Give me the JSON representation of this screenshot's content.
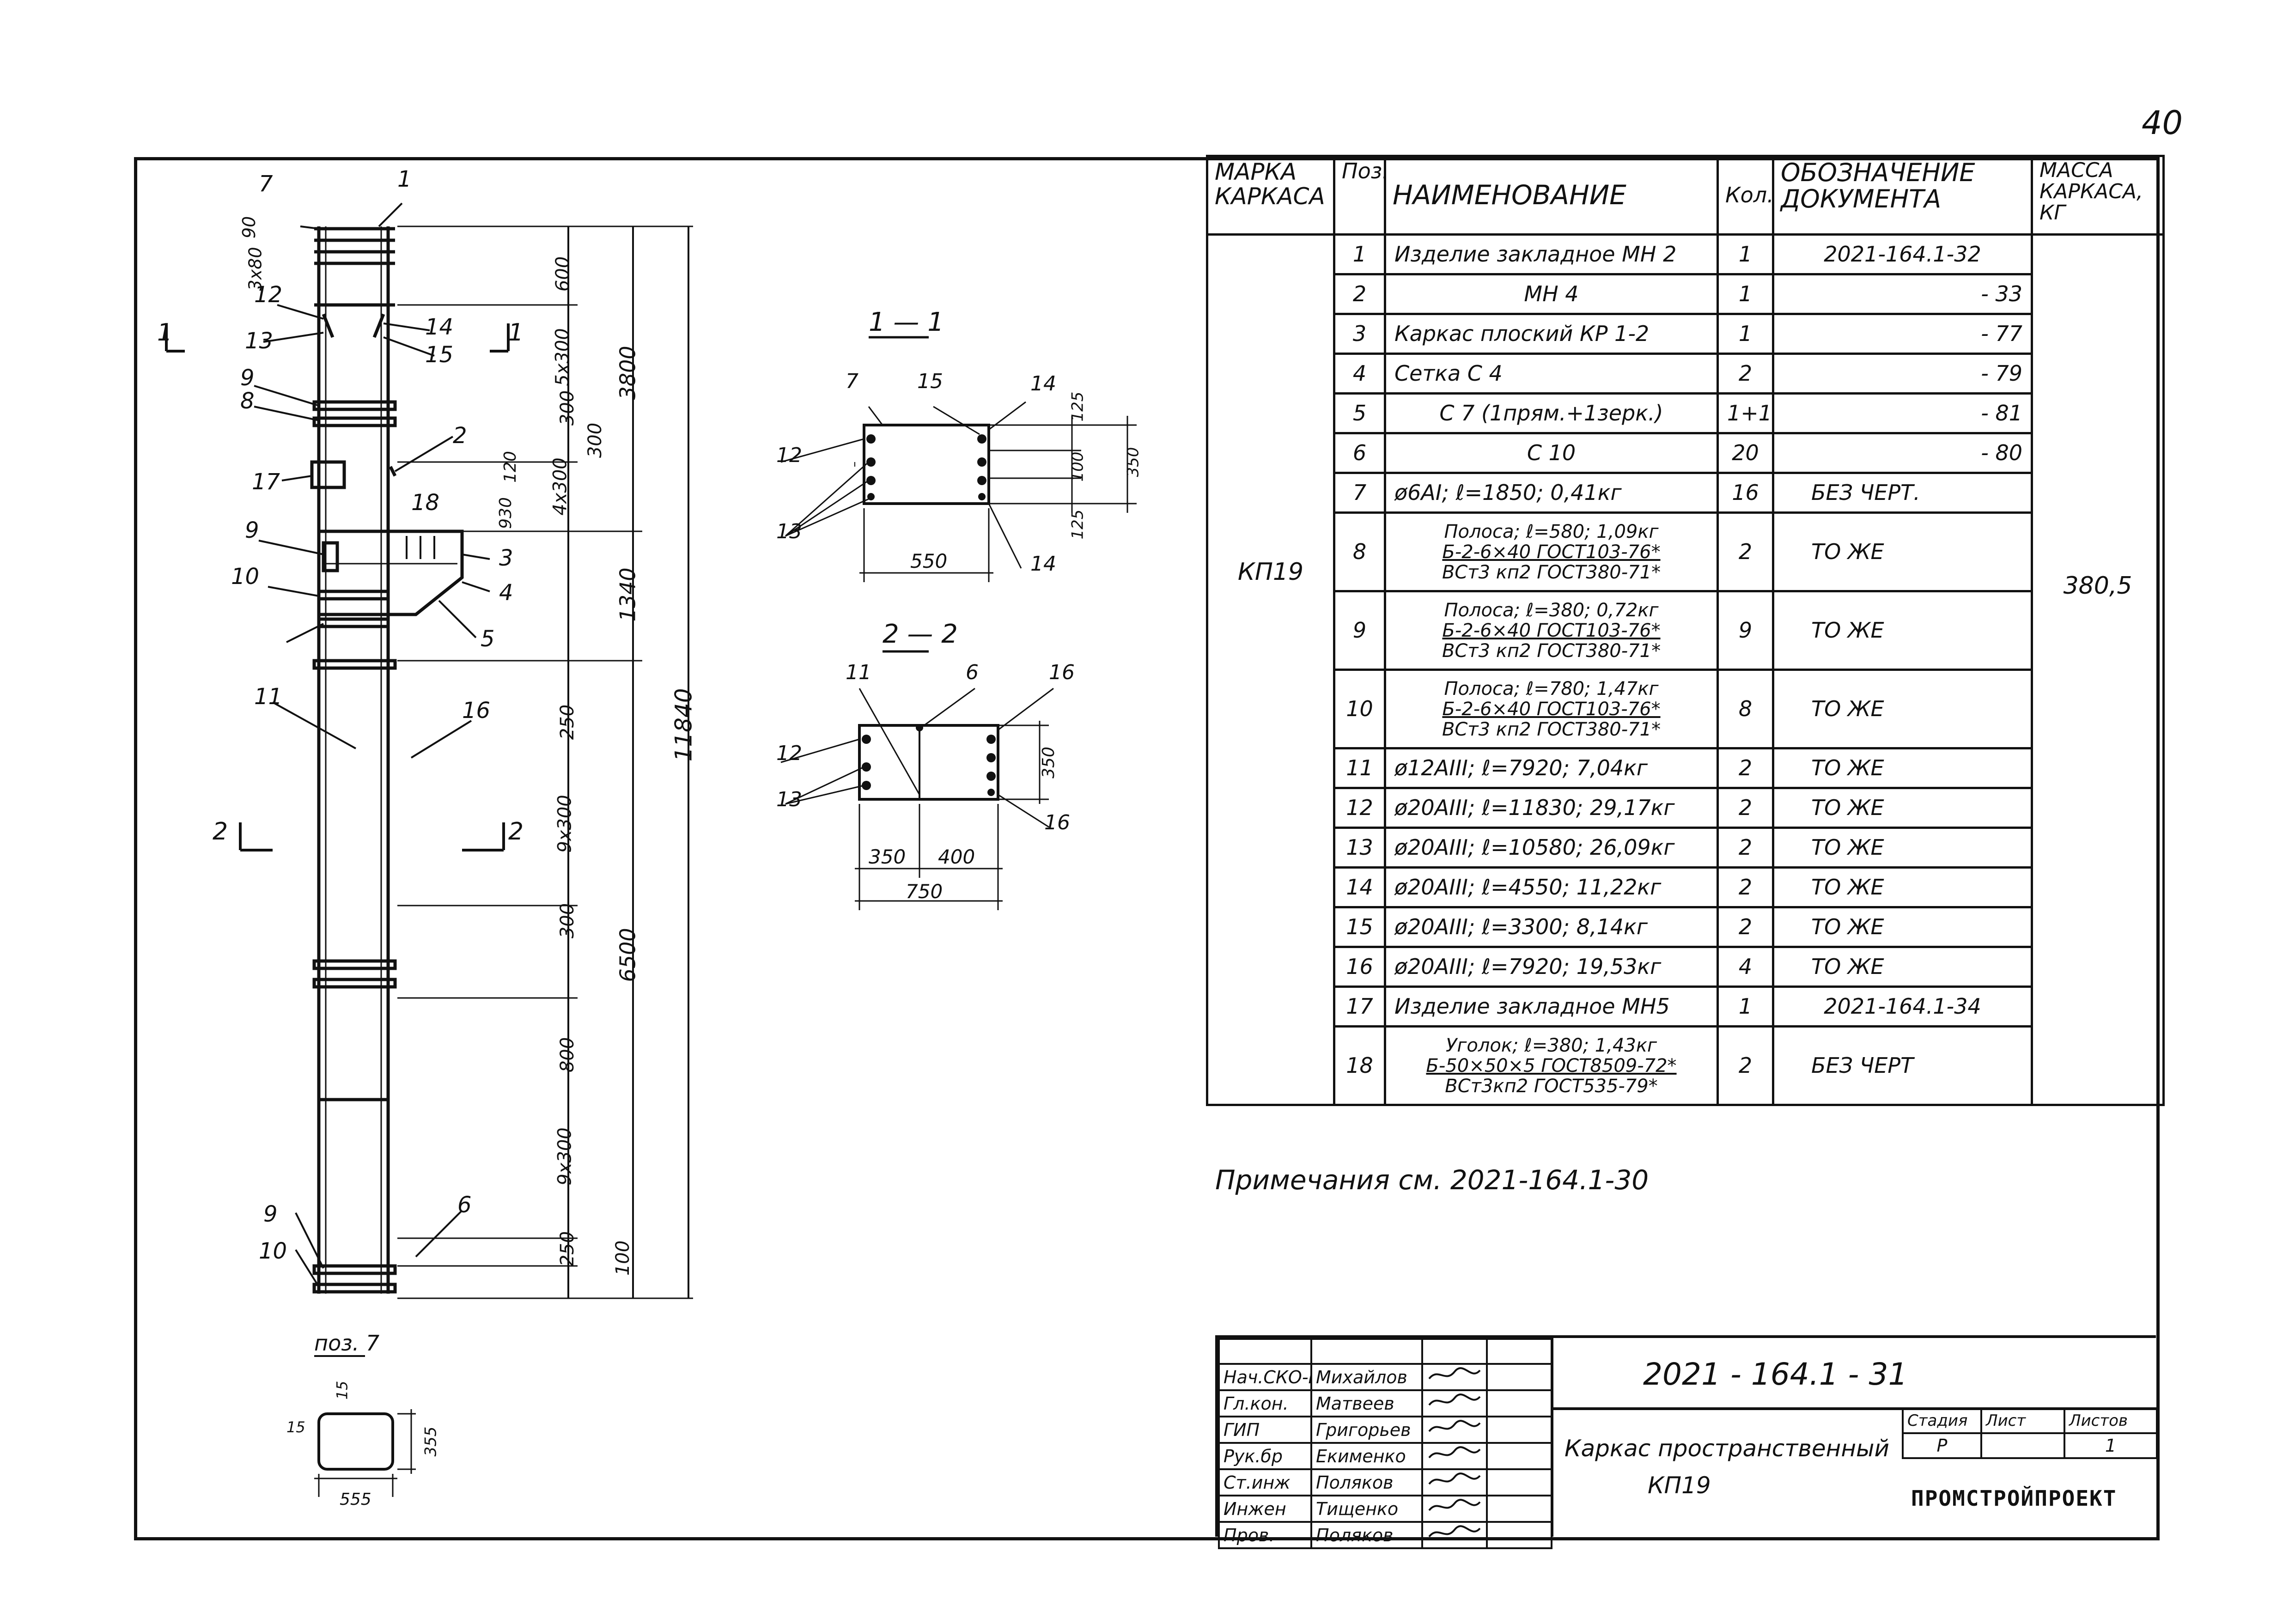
{
  "sheet_corner": "40",
  "drawing": {
    "section_marks": [
      "1",
      "1",
      "2",
      "2"
    ],
    "labels_elevation": [
      "7",
      "1",
      "12",
      "14",
      "13",
      "15",
      "9",
      "8",
      "2",
      "17",
      "18",
      "9",
      "3",
      "10",
      "4",
      "5",
      "11",
      "16",
      "9",
      "6",
      "10"
    ],
    "dims_left": [
      "90",
      "3x80",
      "600",
      "5x300",
      "300",
      "300",
      "4x300",
      "120",
      "930",
      "250",
      "9x300",
      "300",
      "800",
      "9x300",
      "250",
      "100"
    ],
    "dims_right": [
      "3800",
      "1340",
      "6500",
      "11840"
    ],
    "section_1": {
      "title": "1 — 1",
      "labels": [
        "7",
        "15",
        "14",
        "12",
        "13",
        "14"
      ],
      "dims": [
        "125",
        "100",
        "125",
        "350",
        "550"
      ]
    },
    "section_2": {
      "title": "2 — 2",
      "labels": [
        "11",
        "6",
        "16",
        "12",
        "13",
        "16"
      ],
      "dims": [
        "350",
        "400",
        "750",
        "350"
      ]
    },
    "pos7": {
      "title": "поз. 7",
      "dims": [
        "15",
        "15",
        "355",
        "555"
      ]
    }
  },
  "spec": {
    "headers": {
      "marka": "МАРКА КАРКАСА",
      "poz": "Поз.",
      "name": "НАИМЕНОВАНИЕ",
      "kol": "Кол.",
      "doc": "ОБОЗНАЧЕНИЕ ДОКУМЕНТА",
      "mass": "МАССА КАРКАСА, КГ"
    },
    "marka": "КП19",
    "mass": "380,5",
    "rows": [
      {
        "poz": "1",
        "name": [
          "Изделие закладное МН 2"
        ],
        "kol": "1",
        "doc": "2021-164.1-32"
      },
      {
        "poz": "2",
        "name": [
          "МН 4"
        ],
        "kol": "1",
        "doc": "- 33"
      },
      {
        "poz": "3",
        "name": [
          "Каркас плоский КР 1-2"
        ],
        "kol": "1",
        "doc": "- 77"
      },
      {
        "poz": "4",
        "name": [
          "Сетка С 4"
        ],
        "kol": "2",
        "doc": "- 79"
      },
      {
        "poz": "5",
        "name": [
          "С 7 (1прям.+1зерк.)"
        ],
        "kol": "1+1",
        "doc": "- 81"
      },
      {
        "poz": "6",
        "name": [
          "С 10"
        ],
        "kol": "20",
        "doc": "- 80"
      },
      {
        "poz": "7",
        "name": [
          "ø6АI; ℓ=1850; 0,41кг"
        ],
        "kol": "16",
        "doc": "БЕЗ ЧЕРТ."
      },
      {
        "poz": "8",
        "name": [
          "Полоса; ℓ=580; 1,09кг",
          "Б-2-6×40 ГОСТ103-76*",
          "ВСт3 кп2 ГОСТ380-71*"
        ],
        "kol": "2",
        "doc": "ТО ЖЕ"
      },
      {
        "poz": "9",
        "name": [
          "Полоса; ℓ=380; 0,72кг",
          "Б-2-6×40 ГОСТ103-76*",
          "ВСт3 кп2 ГОСТ380-71*"
        ],
        "kol": "9",
        "doc": "ТО ЖЕ"
      },
      {
        "poz": "10",
        "name": [
          "Полоса; ℓ=780; 1,47кг",
          "Б-2-6×40 ГОСТ103-76*",
          "ВСт3 кп2 ГОСТ380-71*"
        ],
        "kol": "8",
        "doc": "ТО ЖЕ"
      },
      {
        "poz": "11",
        "name": [
          "ø12АIII; ℓ=7920; 7,04кг"
        ],
        "kol": "2",
        "doc": "ТО ЖЕ"
      },
      {
        "poz": "12",
        "name": [
          "ø20АIII; ℓ=11830; 29,17кг"
        ],
        "kol": "2",
        "doc": "ТО ЖЕ"
      },
      {
        "poz": "13",
        "name": [
          "ø20АIII; ℓ=10580; 26,09кг"
        ],
        "kol": "2",
        "doc": "ТО ЖЕ"
      },
      {
        "poz": "14",
        "name": [
          "ø20АIII; ℓ=4550; 11,22кг"
        ],
        "kol": "2",
        "doc": "ТО ЖЕ"
      },
      {
        "poz": "15",
        "name": [
          "ø20АIII; ℓ=3300; 8,14кг"
        ],
        "kol": "2",
        "doc": "ТО ЖЕ"
      },
      {
        "poz": "16",
        "name": [
          "ø20АIII; ℓ=7920; 19,53кг"
        ],
        "kol": "4",
        "doc": "ТО ЖЕ"
      },
      {
        "poz": "17",
        "name": [
          "Изделие закладное МН5"
        ],
        "kol": "1",
        "doc": "2021-164.1-34"
      },
      {
        "poz": "18",
        "name": [
          "Уголок; ℓ=380; 1,43кг",
          "Б-50×50×5 ГОСТ8509-72*",
          "ВСт3кп2 ГОСТ535-79*"
        ],
        "kol": "2",
        "doc": "БЕЗ ЧЕРТ"
      }
    ]
  },
  "note": "Примечания см. 2021-164.1-30",
  "title_block": {
    "doc_number": "2021 - 164.1 - 31",
    "title_line1": "Каркас пространственный",
    "title_line2": "КП19",
    "stage_header": "Стадия",
    "sheet_header": "Лист",
    "sheets_header": "Листов",
    "stage": "Р",
    "sheet": "",
    "sheets": "1",
    "org": "ПРОМСТРОЙПРОЕКТ",
    "people": [
      {
        "role": "Нач.СКО-I",
        "name": "Михайлов"
      },
      {
        "role": "Гл.кон.",
        "name": "Матвеев"
      },
      {
        "role": "ГИП",
        "name": "Григорьев"
      },
      {
        "role": "Рук.бр",
        "name": "Екименко"
      },
      {
        "role": "Ст.инж",
        "name": "Поляков"
      },
      {
        "role": "Инжен",
        "name": "Тищенко"
      },
      {
        "role": "Пров.",
        "name": "Поляков"
      }
    ]
  }
}
